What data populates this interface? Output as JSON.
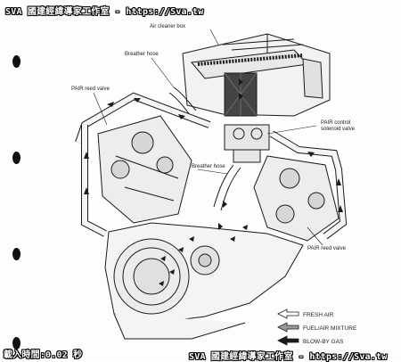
{
  "watermark": {
    "top": "SVA 國建經緯導家工作室 - https://Sva.tw",
    "bottom_left": "載入時間:0.02 秒",
    "bottom_right": "SVA 國建經緯導家工作室 - https://Sva.tw"
  },
  "labels": {
    "air_cleaner_box": "Air cleaner box",
    "breather_hose_top": "Breather hose",
    "pair_reed_valve_left": "PAIR reed valve",
    "pair_control_solenoid_valve": "PAIR control solenoid valve",
    "breather_hose_mid": "Breather hose",
    "pair_reed_valve_right": "PAIR reed valve"
  },
  "legend": {
    "fresh_air": "FRESH AIR",
    "fuel_air_mixture": "FUEL/AIR MIXTURE",
    "blow_by_gas": "BLOW-BY GAS"
  },
  "colors": {
    "ink": "#1a1a1a",
    "paper": "#fdfdfd"
  }
}
